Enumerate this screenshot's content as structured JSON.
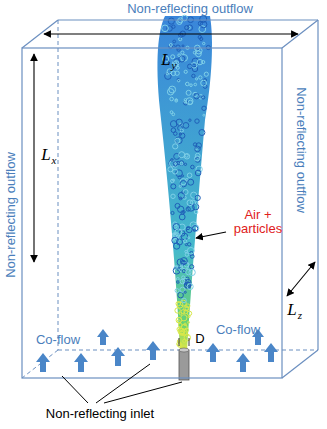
{
  "diagram": {
    "labels": [
      "Non-reflecting outflow",
      "L",
      "y",
      "Non-reflecting outflow",
      "L",
      "x",
      "Air + particles",
      "Non-reflecting outflow",
      "L",
      "z",
      "Co-flow",
      "Co-flow",
      "D",
      "Non-reflecting inlet"
    ]
  }
}
